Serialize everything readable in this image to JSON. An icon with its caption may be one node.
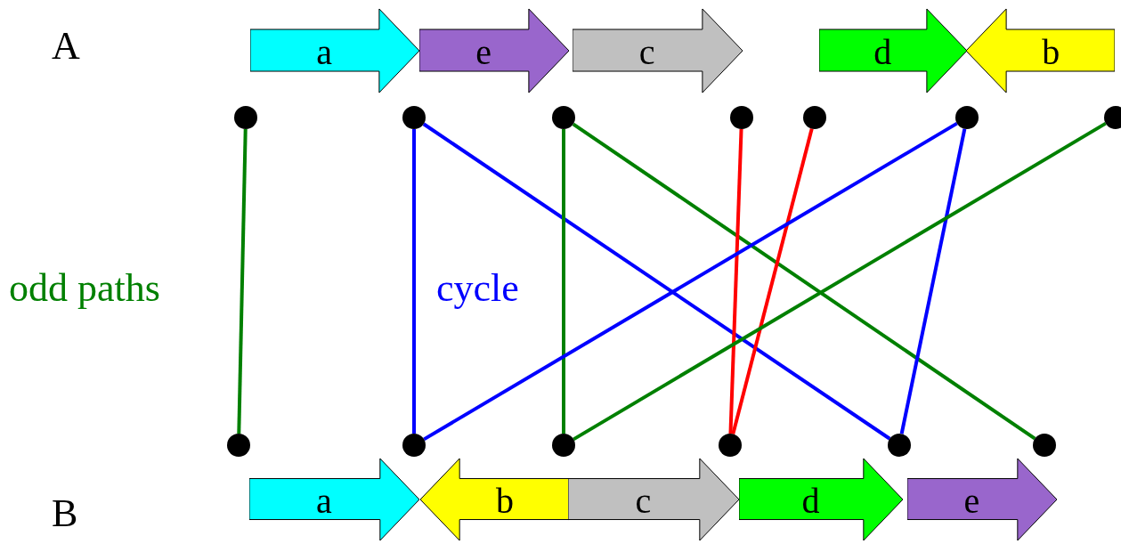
{
  "diagram": {
    "nodes": [
      {
        "text": [
          "a"
        ]
      },
      {
        "text": [
          "e"
        ]
      },
      {
        "text": [
          "c"
        ]
      },
      {
        "text": [
          "d"
        ]
      },
      {
        "text": [
          "b"
        ]
      },
      {
        "text": [],
        "shape": "circle"
      },
      {
        "text": [],
        "shape": "circle"
      },
      {
        "text": [],
        "shape": "circle"
      },
      {
        "text": [],
        "shape": "circle"
      },
      {
        "text": [],
        "shape": "circle"
      },
      {
        "text": [],
        "shape": "circle"
      },
      {
        "text": [],
        "shape": "circle"
      },
      {
        "text": [],
        "shape": "circle"
      },
      {
        "text": [],
        "shape": "circle"
      },
      {
        "text": [],
        "shape": "circle"
      },
      {
        "text": [],
        "shape": "circle"
      },
      {
        "text": [],
        "shape": "circle"
      },
      {
        "text": [],
        "shape": "circle"
      },
      {
        "text": [
          "a"
        ]
      },
      {
        "text": [
          "b"
        ]
      },
      {
        "text": [
          "c"
        ]
      },
      {
        "text": [
          "d"
        ]
      },
      {
        "text": [
          "e"
        ]
      }
    ],
    "edges": [
      {
        "from": 5,
        "to": 12,
        "arrow": "none",
        "color": "#008000"
      },
      {
        "from": 6,
        "to": 13,
        "arrow": "none",
        "color": "#0000ff"
      },
      {
        "from": 6,
        "to": 16,
        "arrow": "none",
        "color": "#0000ff"
      },
      {
        "from": 7,
        "to": 14,
        "arrow": "none",
        "color": "#008000"
      },
      {
        "from": 7,
        "to": 17,
        "arrow": "none",
        "color": "#008000"
      },
      {
        "from": 8,
        "to": 15,
        "arrow": "none",
        "color": "#ff0000"
      },
      {
        "from": 9,
        "to": 15,
        "arrow": "none",
        "color": "#ff0000"
      },
      {
        "from": 10,
        "to": 13,
        "arrow": "none",
        "color": "#0000ff"
      },
      {
        "from": 10,
        "to": 16,
        "arrow": "none",
        "color": "#0000ff"
      },
      {
        "from": 11,
        "to": 14,
        "arrow": "none",
        "color": "#008000"
      }
    ],
    "labels": [
      "A",
      "odd paths",
      "cycle",
      "B"
    ]
  }
}
